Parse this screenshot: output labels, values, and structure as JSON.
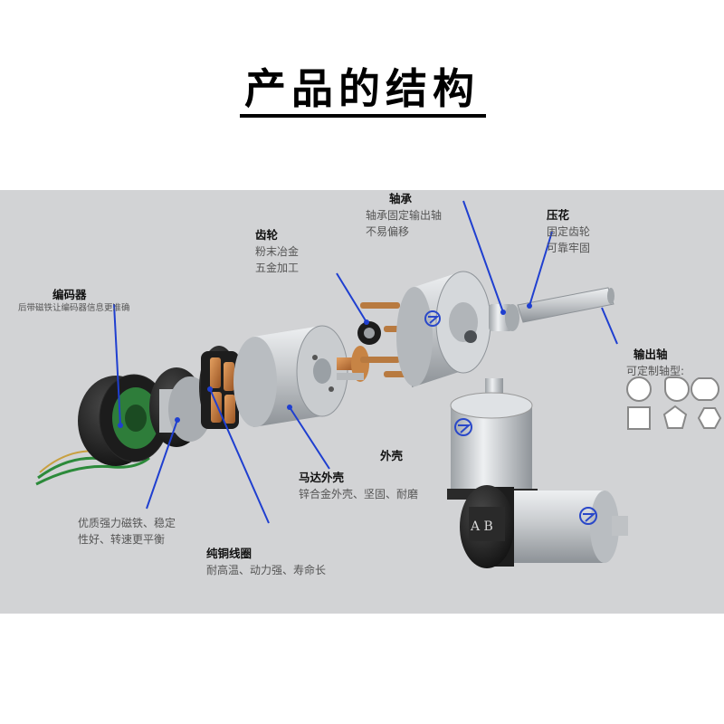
{
  "page": {
    "title": "产品的结构"
  },
  "labels": {
    "encoder": {
      "name": "编码器",
      "desc": "后带磁铁让编码器信息更准确"
    },
    "gear": {
      "name": "齿轮",
      "desc_lines": [
        "粉末冶金",
        "五金加工"
      ]
    },
    "bearing": {
      "name": "轴承",
      "desc_lines": [
        "轴承固定输出轴",
        "不易偏移"
      ]
    },
    "press": {
      "name": "压花",
      "desc_lines": [
        "固定齿轮",
        "可靠牢固"
      ]
    },
    "shaft": {
      "name": "输出轴",
      "desc": "可定制轴型:"
    },
    "housing": {
      "name": "外壳"
    },
    "motor_shell": {
      "name": "马达外壳",
      "desc": "锌合金外壳、坚固、耐磨"
    },
    "magnet": {
      "desc_lines": [
        "优质强力磁铁、稳定",
        "性好、转速更平衡"
      ]
    },
    "coil": {
      "name": "纯铜线圈",
      "desc": "耐高温、动力强、寿命长"
    }
  },
  "product_mark": "A B",
  "shaft_shapes": [
    "round-icon",
    "d-cut-icon",
    "double-d-icon",
    "square-icon",
    "pentagon-icon",
    "hexagon-icon"
  ],
  "colors": {
    "panel": "#d2d3d5",
    "leader": "#1f3fd0",
    "metal": "#c3c6ca",
    "dark": "#1c1c1c",
    "copper": "#c27a3a"
  }
}
